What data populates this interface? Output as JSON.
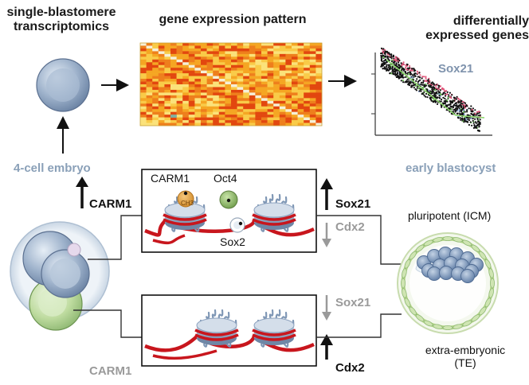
{
  "titles": {
    "left": [
      "single-blastomere",
      "transcriptomics"
    ],
    "center": "gene expression pattern",
    "right": [
      "differentially",
      "expressed genes"
    ]
  },
  "scatter_label": "Sox21",
  "stage_labels": {
    "left": "4-cell embryo",
    "right": "early blastocyst"
  },
  "upper_panel": {
    "carm1_arrow_label": "CARM1",
    "protein_labels": {
      "carm1": "CARM1",
      "oct4": "Oct4",
      "sox2": "Sox2",
      "ch3": "CH3"
    },
    "up_gene": "Sox21",
    "down_gene": "Cdx2"
  },
  "lower_panel": {
    "carm1_label": "CARM1",
    "down_gene": "Sox21",
    "up_gene": "Cdx2"
  },
  "fates": {
    "icm": "pluripotent (ICM)",
    "te": [
      "extra-embryonic",
      "(TE)"
    ]
  },
  "colors": {
    "label_blue": "#8aa0b8",
    "dna_red": "#c8161d",
    "histone_blue": "#7f97b5",
    "icm_cell": "#6f8db3",
    "te_green": "#b9d98c",
    "heatmap_warm": "#e2470f",
    "heatmap_light": "#fbe27a"
  }
}
